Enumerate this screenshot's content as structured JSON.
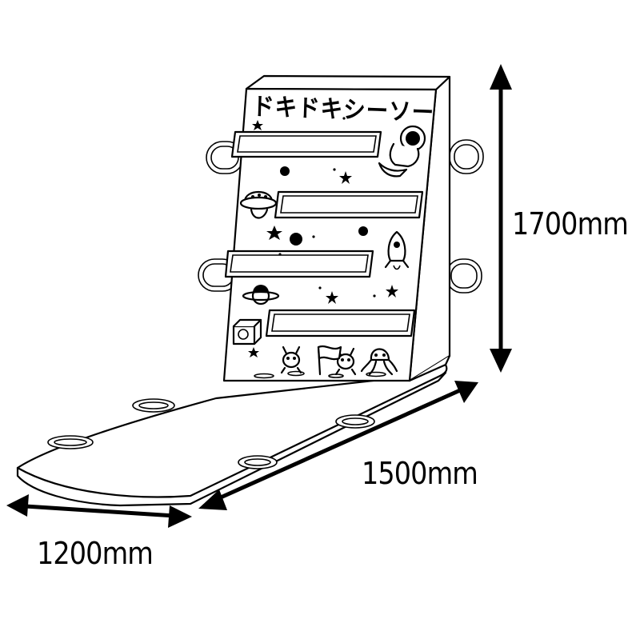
{
  "product_title": "ドキドキシーソー",
  "dimensions": {
    "height": "1700mm",
    "depth": "1500mm",
    "width": "1200mm"
  },
  "colors": {
    "line": "#000000",
    "fill": "#ffffff"
  },
  "icons": [
    "astronaut-icon",
    "ufo-icon",
    "rocket-icon",
    "planet-icon",
    "alien-icon",
    "octopus-icon",
    "flag-icon",
    "star-icon"
  ]
}
